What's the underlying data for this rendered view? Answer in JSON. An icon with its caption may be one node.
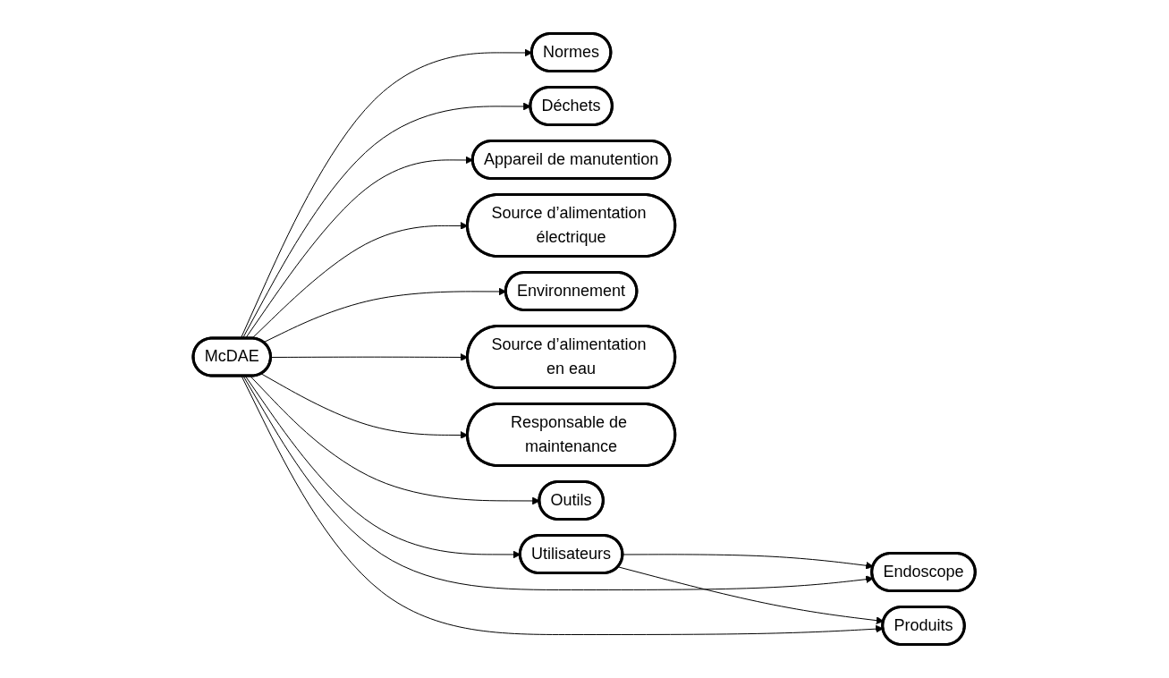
{
  "diagram": {
    "nodes": [
      {
        "text": [
          "Utilisateurs"
        ]
      },
      {
        "text": [
          "Normes"
        ]
      },
      {
        "text": [
          "Endoscope"
        ]
      },
      {
        "text": [
          "Déchets"
        ]
      },
      {
        "text": [
          "Produits"
        ]
      },
      {
        "text": [
          "McDAE"
        ]
      },
      {
        "text": [
          "Appareil de manutention"
        ]
      },
      {
        "text": [
          "Source d’alimentation électrique"
        ]
      },
      {
        "text": [
          "Environnement"
        ]
      },
      {
        "text": [
          "Source d’alimentation en eau"
        ]
      },
      {
        "text": [
          "Responsable de maintenance"
        ]
      },
      {
        "text": [
          "Outils"
        ]
      }
    ],
    "edges": [
      {
        "from": 5,
        "to": 1,
        "arrow": "to"
      },
      {
        "from": 5,
        "to": 0,
        "arrow": "to"
      },
      {
        "from": 0,
        "to": 2,
        "arrow": "to"
      },
      {
        "from": 5,
        "to": 2,
        "arrow": "to"
      },
      {
        "from": 0,
        "to": 4,
        "arrow": "to"
      },
      {
        "from": 5,
        "to": 4,
        "arrow": "to"
      },
      {
        "from": 5,
        "to": 3,
        "arrow": "to"
      },
      {
        "from": 5,
        "to": 6,
        "arrow": "to"
      },
      {
        "from": 5,
        "to": 7,
        "arrow": "to"
      },
      {
        "from": 5,
        "to": 9,
        "arrow": "to"
      },
      {
        "from": 5,
        "to": 10,
        "arrow": "to"
      },
      {
        "from": 5,
        "to": 11,
        "arrow": "to"
      },
      {
        "from": 5,
        "to": 8,
        "arrow": "to"
      }
    ]
  }
}
